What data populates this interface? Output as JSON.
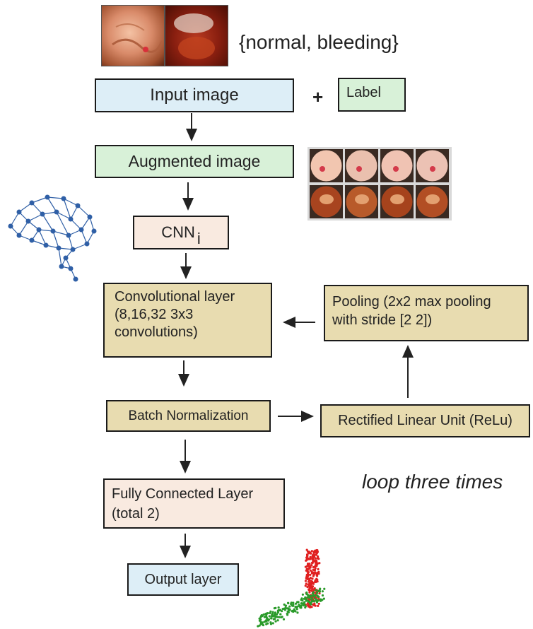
{
  "top": {
    "classes_label": "{normal, bleeding}"
  },
  "boxes": {
    "input_image": "Input image",
    "plus": "+",
    "label": "Label",
    "augmented_image": "Augmented image",
    "cnn": "CNN",
    "cnn_subscript": "i",
    "conv_layer": "Convolutional layer\n(8,16,32 3x3\nconvolutions)",
    "pooling": "Pooling (2x2 max pooling\nwith stride [2 2])",
    "batch_norm": "Batch Normalization",
    "relu": "Rectified Linear Unit (ReLu)",
    "fully_connected": "Fully Connected Layer\n(total 2)",
    "output_layer": "Output layer"
  },
  "annotation": {
    "loop": "loop three times"
  },
  "icons": {
    "brain": "brain-network-icon",
    "scatter": "scatter-plot-icon",
    "endoscopy_normal": "endoscopy-normal-image",
    "endoscopy_bleeding": "endoscopy-bleeding-image",
    "augmented_grid": "augmented-image-grid"
  },
  "colors": {
    "input_fill": "#ddeef7",
    "label_fill": "#d8f1d8",
    "cnn_fill": "#f9eae0",
    "layer_fill": "#e8dcb0",
    "brain": "#2f5fa6",
    "scatter_red": "#e02020",
    "scatter_green": "#2a9a2a"
  }
}
